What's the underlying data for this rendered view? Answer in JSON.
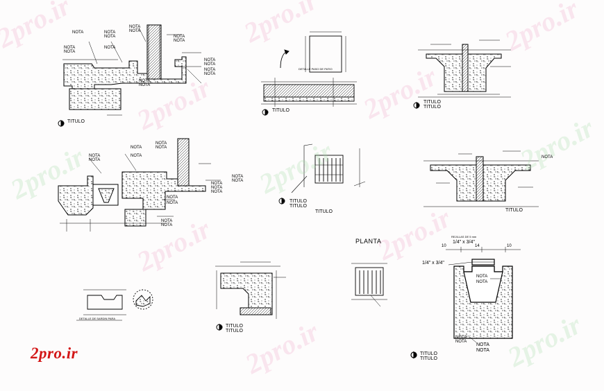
{
  "brand": {
    "logo_text": "2pro.ir",
    "color": "#d31616"
  },
  "watermark": {
    "text": "2pro.ir"
  },
  "colors": {
    "ink": "#000000",
    "paper": "#fdfcfc"
  },
  "labels": {
    "nota": "NOTA",
    "titulo": "TITULO",
    "planta": "PLANTA",
    "detalle_piso": "DETALLE PASO DE PATIO",
    "detalle_sardinel": "DETALLE DE SARDIN PARA",
    "rejilla": "REJILLAS DE 5 mm",
    "medida": "1/4\" x 3/4\"",
    "dim_10": "10",
    "dim_14": "14"
  }
}
